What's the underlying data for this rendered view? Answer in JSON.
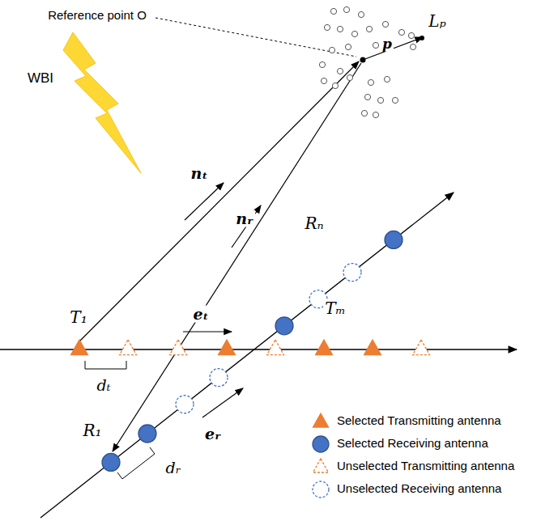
{
  "diagram": {
    "labels": [
      "Reference point O",
      "p",
      "Lₚ",
      "WBI",
      "nₜ",
      "nᵣ",
      "Rₙ",
      "Tₘ",
      "T₁",
      "eₜ",
      "dₜ",
      "eᵣ",
      "R₁",
      "dᵣ"
    ],
    "legend": [
      {
        "text": "Selected Transmitting antenna"
      },
      {
        "text": "Selected Receiving antenna"
      },
      {
        "text": "Unselected Transmitting antenna"
      },
      {
        "text": "Unselected Receiving antenna"
      }
    ]
  }
}
